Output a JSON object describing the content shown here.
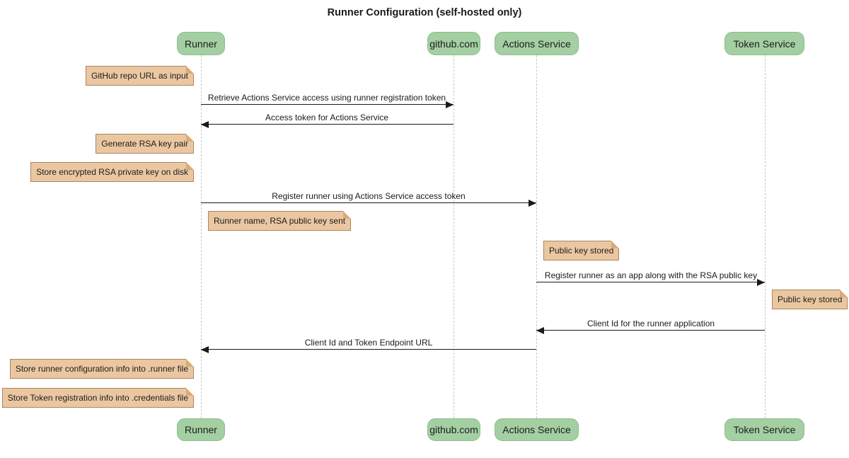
{
  "diagram": {
    "type": "sequence-diagram",
    "title": "Runner Configuration (self-hosted only)"
  },
  "theme": {
    "background": "#ffffff",
    "participant_fill": "#a3cfa3",
    "participant_border": "#8cbe8c",
    "note_fill": "#ebc7a1",
    "note_border": "#a8865e",
    "note_fold": "#d8ab77",
    "lifeline_color": "#c8c8c8",
    "arrow_color": "#1a1a1a",
    "text_color": "#1a1a1a"
  },
  "participants": [
    {
      "name": "Runner"
    },
    {
      "name": "github.com"
    },
    {
      "name": "Actions Service"
    },
    {
      "name": "Token Service"
    }
  ],
  "messages": [
    {
      "from": "Runner",
      "to": "github.com",
      "text": "Retrieve Actions Service access using runner registration token"
    },
    {
      "from": "github.com",
      "to": "Runner",
      "text": "Access token for Actions Service"
    },
    {
      "from": "Runner",
      "to": "Actions Service",
      "text": "Register runner using Actions Service access token"
    },
    {
      "from": "Actions Service",
      "to": "Token Service",
      "text": "Register runner as an app along with the RSA public key"
    },
    {
      "from": "Token Service",
      "to": "Actions Service",
      "text": "Client Id for the runner application"
    },
    {
      "from": "Actions Service",
      "to": "Runner",
      "text": "Client Id and Token Endpoint URL"
    }
  ],
  "notes": [
    {
      "target": "Runner",
      "side": "left",
      "text": "GitHub repo URL as input"
    },
    {
      "target": "Runner",
      "side": "left",
      "text": "Generate RSA key pair"
    },
    {
      "target": "Runner",
      "side": "left",
      "text": "Store encrypted RSA private key on disk"
    },
    {
      "target": "Runner",
      "side": "right",
      "text": "Runner name, RSA public key sent"
    },
    {
      "target": "Actions Service",
      "side": "right",
      "text": "Public key stored"
    },
    {
      "target": "Token Service",
      "side": "right",
      "text": "Public key stored"
    },
    {
      "target": "Runner",
      "side": "left",
      "text": "Store runner configuration info into .runner file"
    },
    {
      "target": "Runner",
      "side": "left",
      "text": "Store Token registration info into .credentials file"
    }
  ]
}
